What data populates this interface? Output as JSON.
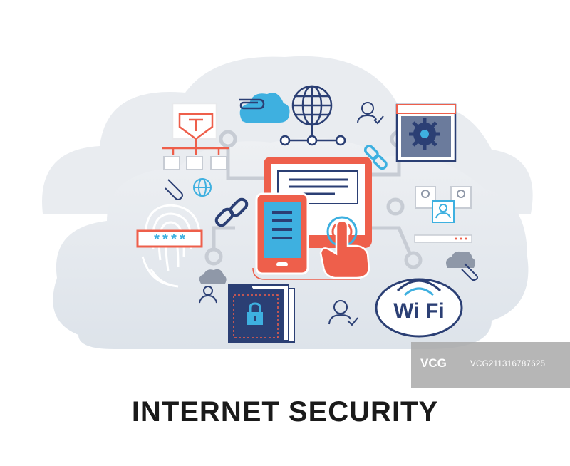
{
  "title": "INTERNET SECURITY",
  "wifi_label": "Wi Fi",
  "password_mask": "****",
  "watermark": {
    "brand": "VCG",
    "id": "VCG211316787625"
  },
  "icons": [
    "cloud-icon",
    "paperclip-icon",
    "globe-icon",
    "network-nodes-icon",
    "user-check-icon",
    "settings-window-icon",
    "hierarchy-filter-icon",
    "link-icon",
    "fingerprint-icon",
    "password-field-icon",
    "tablet-icon",
    "smartphone-icon",
    "pointing-hand-icon",
    "user-network-icon",
    "folder-lock-icon",
    "wifi-icon"
  ],
  "colors": {
    "navy": "#2b3f74",
    "coral": "#ee5f4b",
    "sky": "#3eb0e0",
    "cloud": "#e6e9ee",
    "grey_line": "#c7ccd4"
  }
}
